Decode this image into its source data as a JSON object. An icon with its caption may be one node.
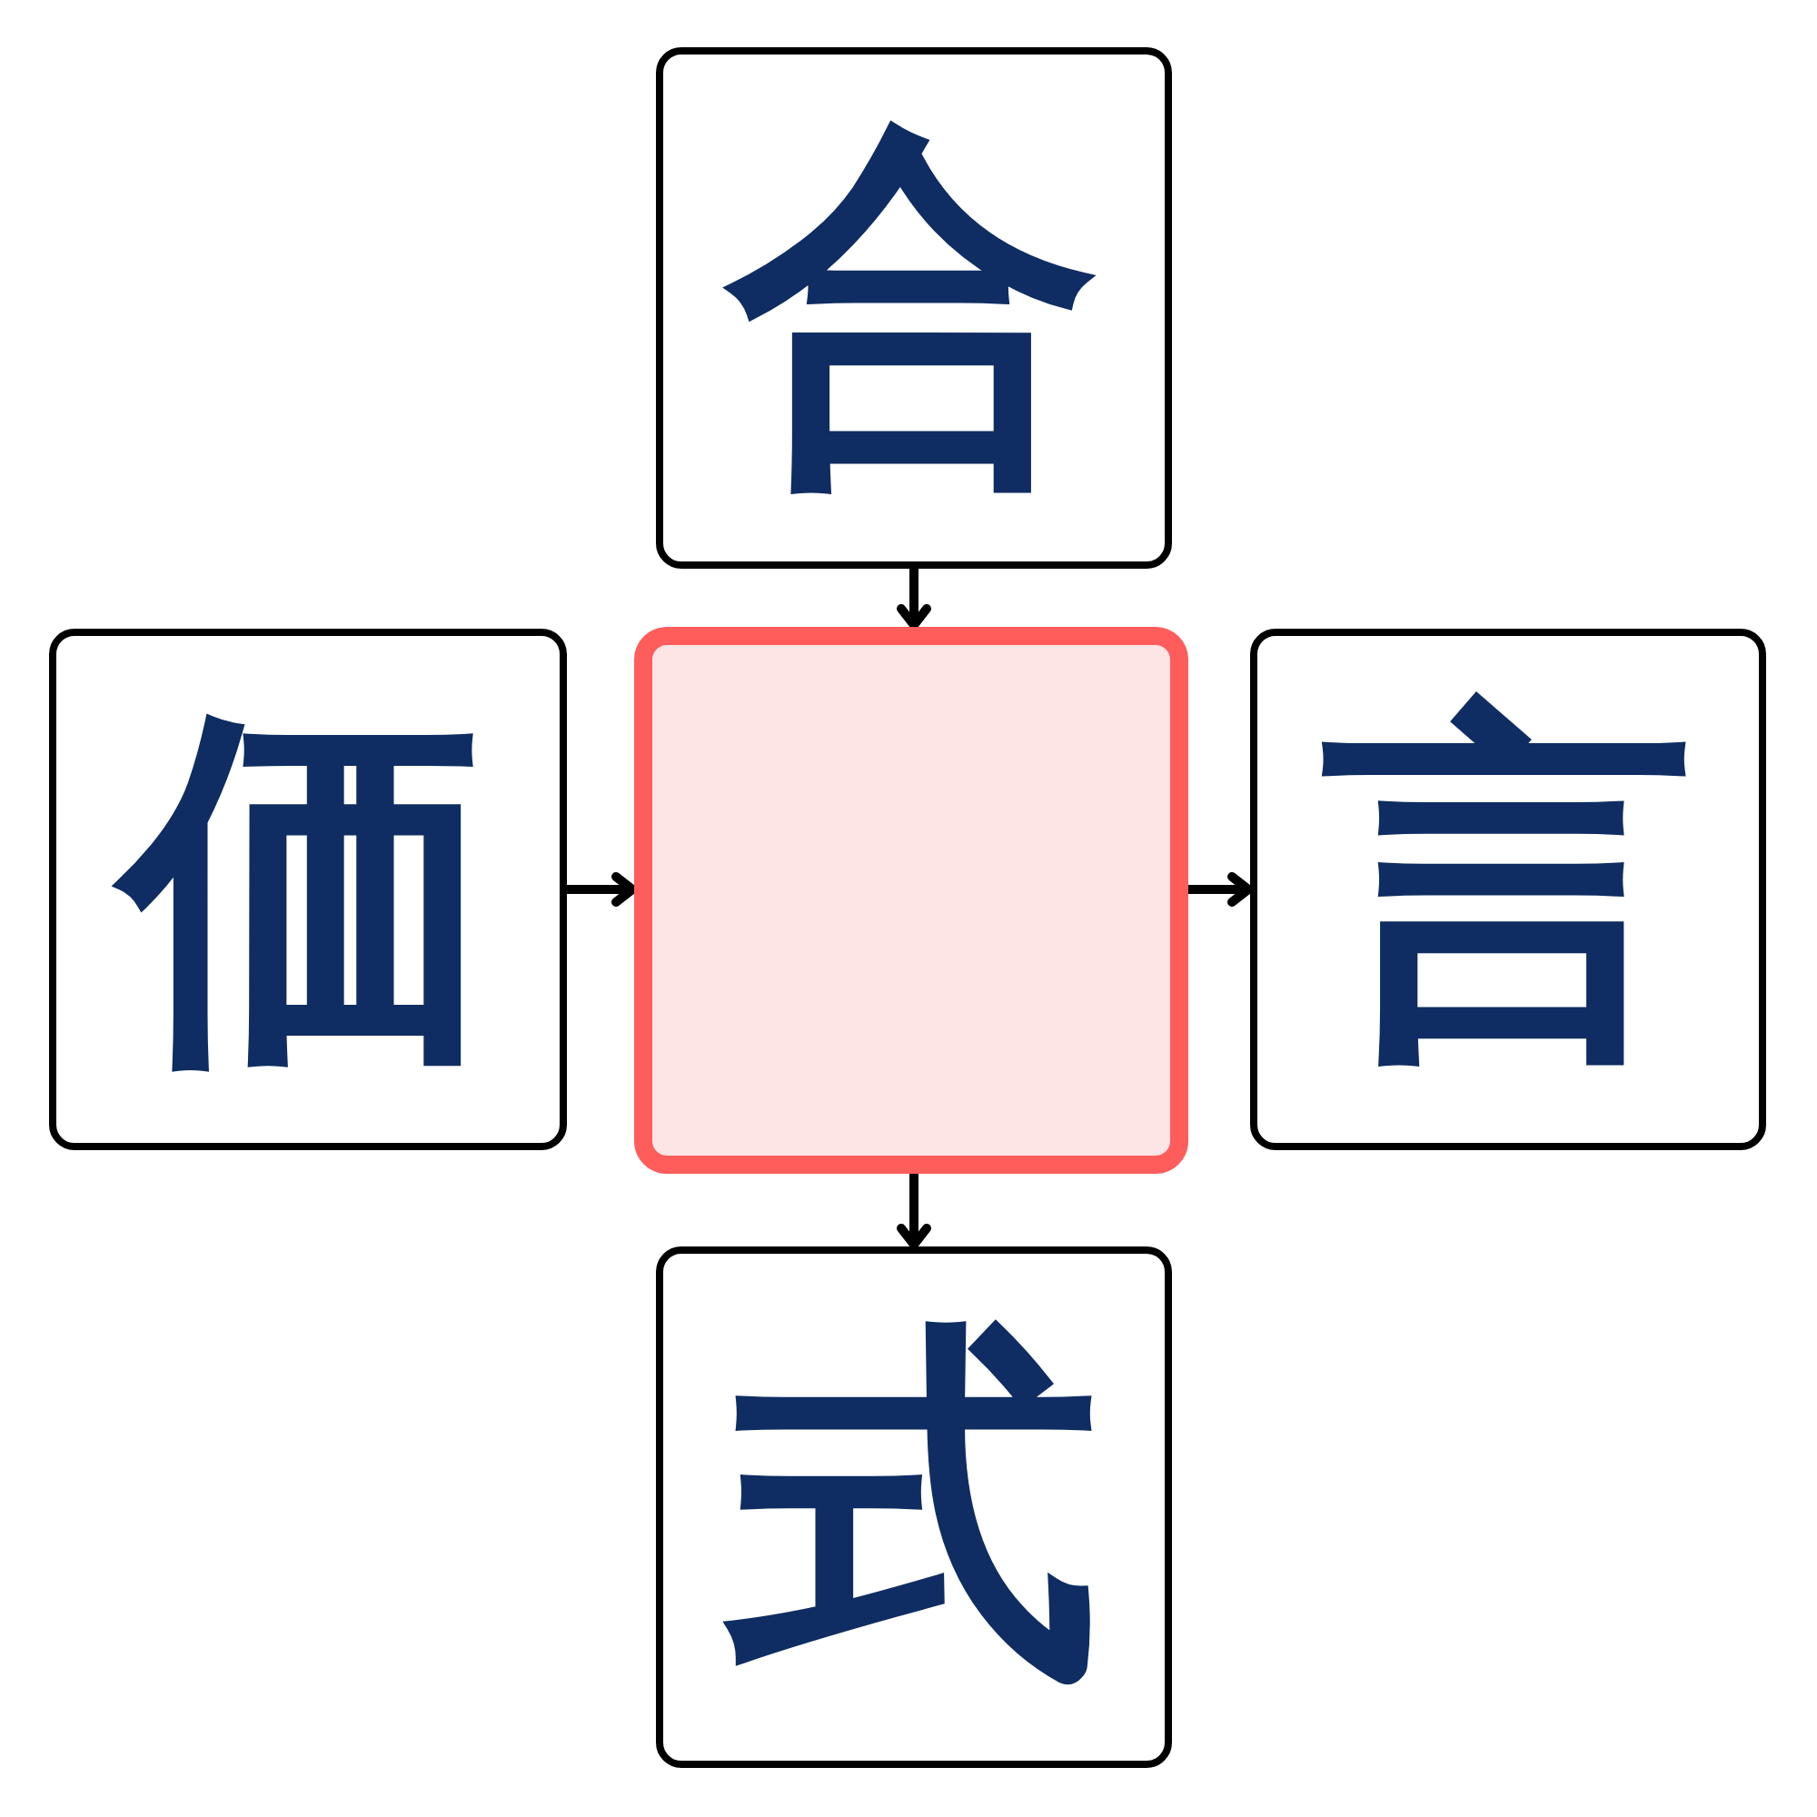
{
  "diagram": {
    "nodes": [
      {
        "text": [
          "合"
        ]
      },
      {
        "text": [
          "価"
        ]
      },
      {
        "text": [],
        "shape": "box"
      },
      {
        "text": [
          "言"
        ]
      },
      {
        "text": [
          "式"
        ]
      }
    ],
    "edges": [
      {
        "from": 0,
        "to": 2,
        "arrow": "to"
      },
      {
        "from": 1,
        "to": 2,
        "arrow": "to"
      },
      {
        "from": 2,
        "to": 3,
        "arrow": "to"
      },
      {
        "from": 2,
        "to": 4,
        "arrow": "to"
      }
    ]
  }
}
